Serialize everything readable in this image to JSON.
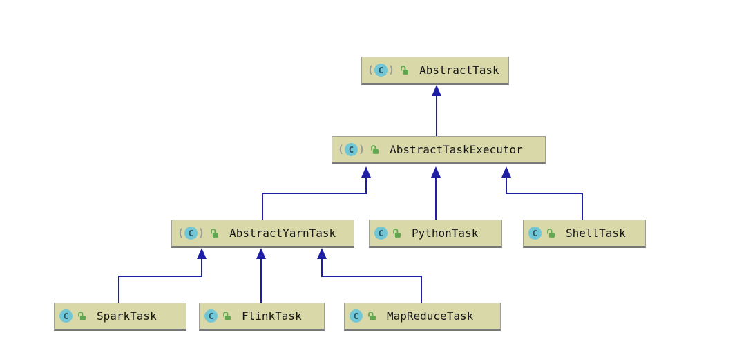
{
  "diagram": {
    "type": "class-inheritance-hierarchy",
    "edge_style": "solid-orthogonal-with-hollowless-triangle-arrowheads"
  },
  "icons": {
    "class_letter": "C",
    "abstract_paren_left": "(",
    "abstract_paren_right": ")",
    "class_icon_name": "class-icon",
    "abstract_class_icon_name": "abstract-class-icon",
    "lock_icon_name": "public-unlocked-icon"
  },
  "colors": {
    "bg": "#ffffff",
    "node_fill": "#d8d8a9",
    "node_border": "#9f9f97",
    "node_shadow": "#787878",
    "edge": "#1f1fa3",
    "class_icon_bg": "#72c7d7",
    "class_icon_letter": "#2c5560",
    "paren": "#9a9a9a",
    "lock_green": "#62a74f",
    "text": "#161616"
  },
  "nodes": [
    {
      "label": "AbstractTask",
      "kind": "abstract class",
      "visibility": "public"
    },
    {
      "label": "AbstractTaskExecutor",
      "kind": "abstract class",
      "visibility": "public"
    },
    {
      "label": "AbstractYarnTask",
      "kind": "abstract class",
      "visibility": "public"
    },
    {
      "label": "PythonTask",
      "kind": "class",
      "visibility": "public"
    },
    {
      "label": "ShellTask",
      "kind": "class",
      "visibility": "public"
    },
    {
      "label": "SparkTask",
      "kind": "class",
      "visibility": "public"
    },
    {
      "label": "FlinkTask",
      "kind": "class",
      "visibility": "public"
    },
    {
      "label": "MapReduceTask",
      "kind": "class",
      "visibility": "public"
    }
  ],
  "edges": [
    {
      "from": "AbstractTaskExecutor",
      "to": "AbstractTask",
      "type": "extends"
    },
    {
      "from": "AbstractYarnTask",
      "to": "AbstractTaskExecutor",
      "type": "extends"
    },
    {
      "from": "PythonTask",
      "to": "AbstractTaskExecutor",
      "type": "extends"
    },
    {
      "from": "ShellTask",
      "to": "AbstractTaskExecutor",
      "type": "extends"
    },
    {
      "from": "SparkTask",
      "to": "AbstractYarnTask",
      "type": "extends"
    },
    {
      "from": "FlinkTask",
      "to": "AbstractYarnTask",
      "type": "extends"
    },
    {
      "from": "MapReduceTask",
      "to": "AbstractYarnTask",
      "type": "extends"
    }
  ]
}
